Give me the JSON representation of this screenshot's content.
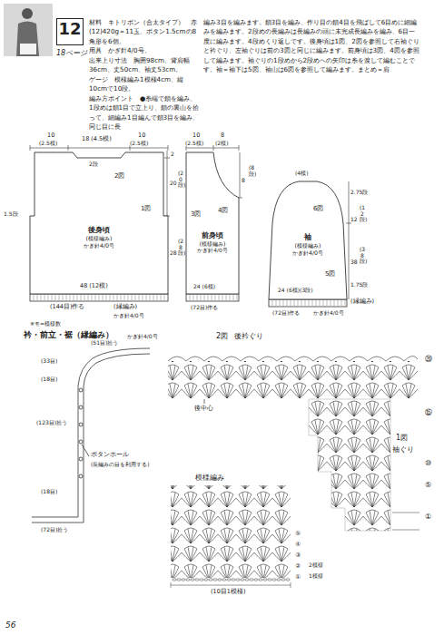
{
  "diagram": {
    "nodes": [
      {
        "text": [
          "12"
        ]
      },
      {
        "text": [
          "後身頃",
          "(模様編み)",
          "かぎ針4/0号"
        ]
      },
      {
        "text": [
          "前身頃",
          "(模様編み)",
          "かぎ針4/0号"
        ]
      },
      {
        "text": [
          "袖",
          "(模様編み)",
          "かぎ針4/0号"
        ]
      }
    ],
    "labels": [
      "18ページ",
      "材料　キトリボン（合太タイプ）　赤(12)420g＝11玉、ボタン1.5cmの8角形を6個。",
      "用具　かぎ針4/0号。",
      "出来上り寸法　胸囲98cm、背肩幅36cm、丈50cm、袖丈53cm。",
      "ゲージ　模様編み1模様4cm、縦10cmで10段。",
      "編み方ポイント　●糸端で鎖を編み、1段めは鎖1目で立上り、鎖の裏山を拾って、細編み1目編んで鎖3目を編み、同じ目に長",
      "編み3目を編みます。鎖3目を編み、作り目の鎖4目を飛ばして6目めに細編みを編みます。2段めの長編みは長編みの頭に未完成長編みを編み、6目一度に編みます。4段めくり返しです。後身頃は1図、2図を参照して右袖ぐりと衿ぐり、左袖ぐりは前の3図と同じに編みます。前身頃は3図、4図を参照して編みます。袖ぐりの1段めから2段めへの矢印は糸を渡して編むことです。袖＝袖下は5図、袖山は6図を参照して編みます。まとめ＝肩",
      "10",
      "(2.5模)",
      "18 (4.5模)",
      "10",
      "(2.5模)",
      "2段",
      "2図",
      "1図",
      "1.5段",
      "2",
      "20",
      "(20段)",
      "28",
      "(28段)",
      "48 (12模)",
      "(縁編み)",
      "(144目)作る",
      "かぎ針4/0号",
      "※モ=模様数",
      "10",
      "(2.5模)",
      "8",
      "(2模)",
      "3図",
      "4図",
      "8",
      "(8段)",
      "24 (6模)",
      "(72目)作る",
      "(4模)",
      "6図",
      "2.75段",
      "12",
      "(12段)",
      "38",
      "(38段)",
      "5図",
      "1.75段",
      "24 (6模)(3段)",
      "(縁編み)",
      "(72目)作る",
      "かぎ針4/0号",
      "衿・前立・裾（縁編み）",
      "かぎ針4/0号",
      "(51目)拾う",
      "(33目)",
      "(18目)",
      "(123目)拾う",
      "ボタンホール",
      "(長編みの目を利用する)",
      "(18目)",
      "(72目)拾う",
      "2図",
      "後衿ぐり",
      "後中心",
      "⑳",
      "1図",
      "袖ぐり",
      "⑮",
      "⑩",
      "⑤",
      "①",
      "模様編み",
      "⑤",
      "④",
      "③",
      "②",
      "①",
      "2模様",
      "1模様",
      "(10目1模様)",
      "56"
    ]
  }
}
